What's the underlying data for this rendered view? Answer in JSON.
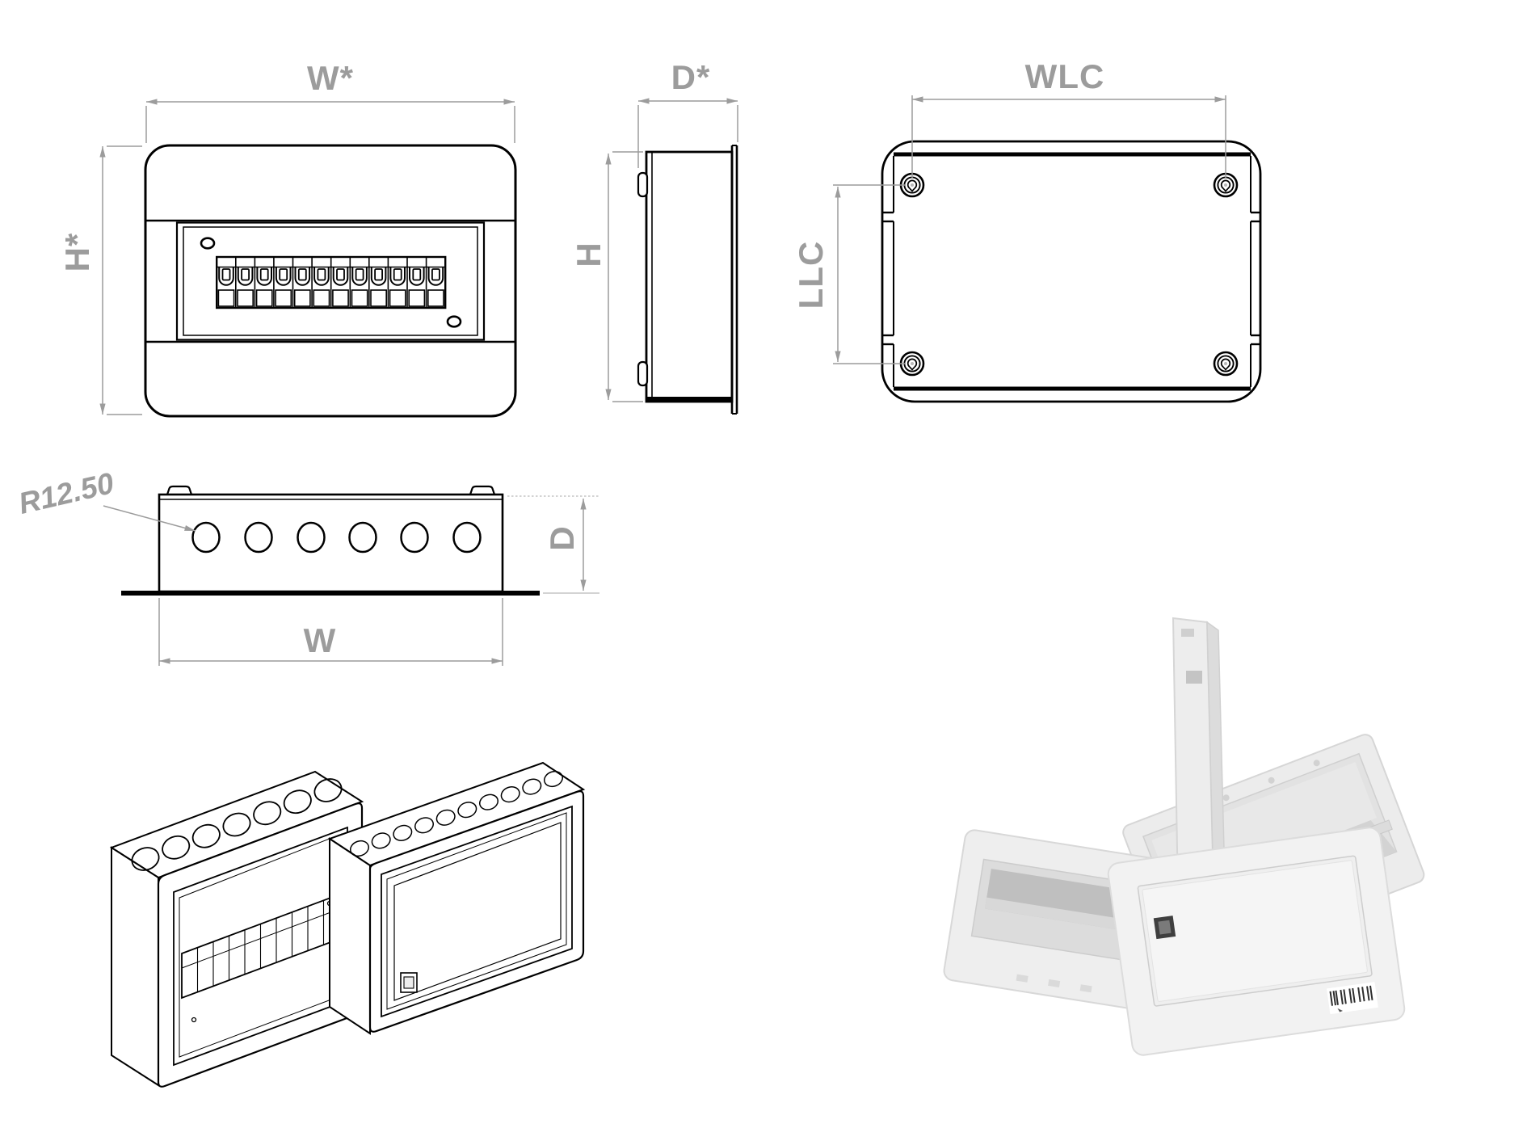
{
  "drawing": {
    "background": "#ffffff",
    "line_color": "#000000",
    "dimension_color": "#9c9c9c",
    "views": {
      "front": {
        "width_label": "W*",
        "height_label": "H*"
      },
      "side": {
        "depth_label": "D*",
        "height_label": "H"
      },
      "back": {
        "hole_spacing_width_label": "WLC",
        "hole_spacing_height_label": "LLC"
      },
      "bottom": {
        "knockout_radius_label": "R12.50",
        "depth_label": "D",
        "width_label": "W"
      }
    },
    "counts": {
      "breaker_modules": 12,
      "bottom_knockouts": 6,
      "mounting_keyholes": 4,
      "iso_left_top_knockouts": 7,
      "iso_right_top_knockouts": 10
    }
  }
}
